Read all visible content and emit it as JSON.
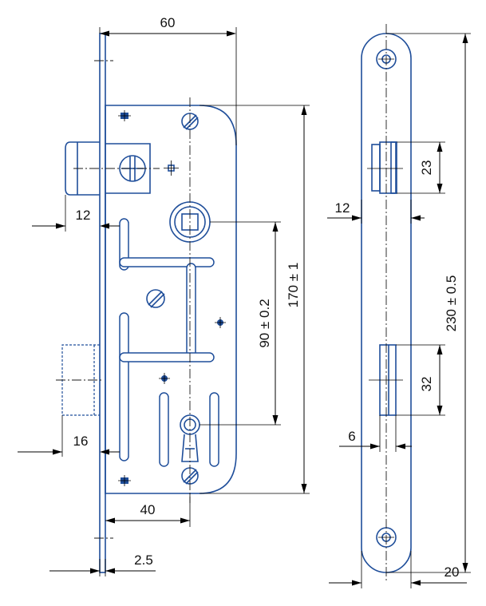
{
  "dimensions": {
    "width_60": "60",
    "offset_12_left": "12",
    "offset_16": "16",
    "offset_40": "40",
    "thickness_2_5": "2.5",
    "distance_90": "90 ± 0.2",
    "height_170": "170 ± 1",
    "offset_12_right": "12",
    "latch_23": "23",
    "bolt_32": "32",
    "offset_6": "6",
    "length_230": "230 ± 0.5",
    "width_20": "20"
  },
  "colors": {
    "part_outline": "#1f4e9a",
    "dimension_lines": "#000000"
  }
}
